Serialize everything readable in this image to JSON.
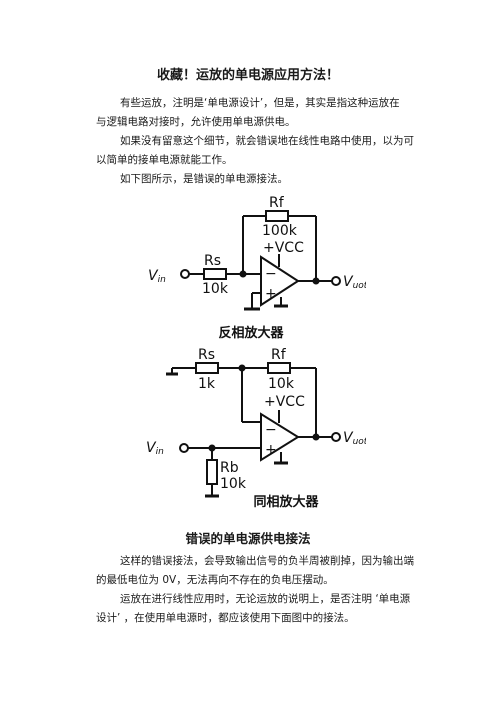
{
  "title": "收藏！运放的单电源应用方法！",
  "intro": {
    "p1": [
      "有些运放，注明是‘单电源设计’，但是，其实是指这种运放在",
      "与逻辑电路对接时，允许使用单电源供电。"
    ],
    "p2": [
      "如果没有留意这个细节，就会错误地在线性电路中使用，以为可",
      "以简单的接单电源就能工作。"
    ],
    "p3": [
      "如下图所示，是错误的单电源接法。"
    ]
  },
  "inverting": {
    "rf_name": "Rf",
    "rf_value": "100k",
    "vcc": "+VCC",
    "rs_name": "Rs",
    "rs_value": "10k",
    "vin": "V",
    "vin_sub": "in",
    "vout": "V",
    "vout_sub": "uot",
    "minus": "−",
    "plus": "+",
    "caption": "反相放大器"
  },
  "noninverting": {
    "rs_name": "Rs",
    "rs_value": "1k",
    "rf_name": "Rf",
    "rf_value": "10k",
    "vcc": "+VCC",
    "rb_name": "Rb",
    "rb_value": "10k",
    "vin": "V",
    "vin_sub": "in",
    "vout": "V",
    "vout_sub": "uot",
    "minus": "−",
    "plus": "+",
    "caption": "同相放大器"
  },
  "section_heading": "错误的单电源供电接法",
  "body": {
    "p4": [
      "这样的错误接法，会导致输出信号的负半周被削掉，因为输出端",
      "的最低电位为 0V，无法再向不存在的负电压摆动。"
    ],
    "p5": [
      "运放在进行线性应用时，无论运放的说明上，是否注明 ‘单电源",
      "设计’ ，在使用单电源时，都应该使用下面图中的接法。"
    ]
  }
}
